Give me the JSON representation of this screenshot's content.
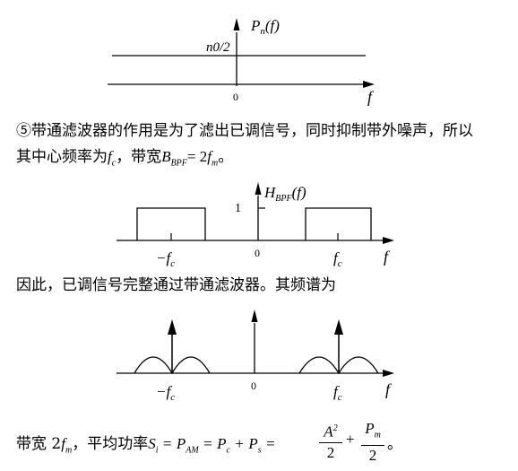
{
  "figure1": {
    "density_label": "n0/2",
    "func_label_P": "P",
    "func_label_sub": "n",
    "func_label_arg": "(f)",
    "origin_label": "0",
    "axis_label": "f"
  },
  "paragraph1": {
    "line1": "⑤带通滤波器的作用是为了滤出已调信号，同时抑制带外噪声，所以",
    "line2_prefix": "其中心频率为",
    "line2_fc": "f",
    "line2_fc_sub": "c",
    "line2_mid": "，带宽",
    "line2_B": "B",
    "line2_B_sub": "BPF",
    "line2_eq": "= 2",
    "line2_fm": "f",
    "line2_fm_sub": "m",
    "line2_end": "。"
  },
  "figure2": {
    "gain_label": "1",
    "func_label_H": "H",
    "func_label_sub": "BPF",
    "func_label_arg": "(f)",
    "neg_fc_label": "−f",
    "fc_sub": "c",
    "origin_label": "0",
    "pos_fc_label": "f",
    "axis_label": "f"
  },
  "paragraph2": {
    "text": "因此，已调信号完整通过带通滤波器。其频谱为"
  },
  "figure3": {
    "neg_fc_label": "−f",
    "fc_sub": "c",
    "origin_label": "0",
    "pos_fc_label": "f",
    "axis_label": "f"
  },
  "paragraph3": {
    "prefix": "带宽 2",
    "fm": "f",
    "fm_sub": "m",
    "mid": "，平均功率",
    "Si": "S",
    "Si_sub": "i",
    "eq1": "=",
    "PAM": "P",
    "PAM_sub": "AM",
    "eq2": "=",
    "Pc": "P",
    "Pc_sub": "c",
    "plus1": "+",
    "Ps": "P",
    "Ps_sub": "s",
    "eq3": "=",
    "A": "A",
    "A_sup": "2",
    "den1": "2",
    "plus2": "+",
    "Pm": "P",
    "Pm_sub": "m",
    "den2": "2",
    "end": "。"
  }
}
